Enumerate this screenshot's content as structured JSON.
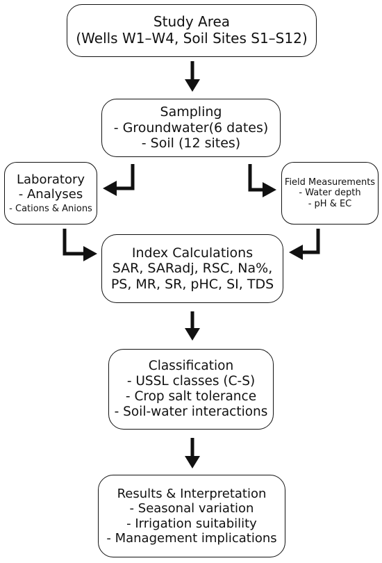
{
  "study_area": {
    "title": "Study Area",
    "subtitle": "(Wells W1–W4, Soil Sites S1–S12)"
  },
  "sampling": {
    "title": "Sampling",
    "line1": "- Groundwater(6 dates)",
    "line2": "- Soil (12 sites)"
  },
  "laboratory": {
    "title": "Laboratory",
    "line1": "- Analyses",
    "line2": "- Cations & Anions"
  },
  "field": {
    "title": "Field Measurements",
    "line1": "- Water depth",
    "line2": "- pH & EC"
  },
  "index": {
    "title": "Index Calculations",
    "line1": "SAR, SARadj, RSC, Na%,",
    "line2": "PS, MR, SR, pHC, SI, TDS"
  },
  "classification": {
    "title": "Classification",
    "line1": "- USSL classes (C-S)",
    "line2": "- Crop salt tolerance",
    "line3": "- Soil-water interactions"
  },
  "results": {
    "title": "Results & Interpretation",
    "line1": "- Seasonal variation",
    "line2": "- Irrigation suitability",
    "line3": "- Management implications"
  }
}
